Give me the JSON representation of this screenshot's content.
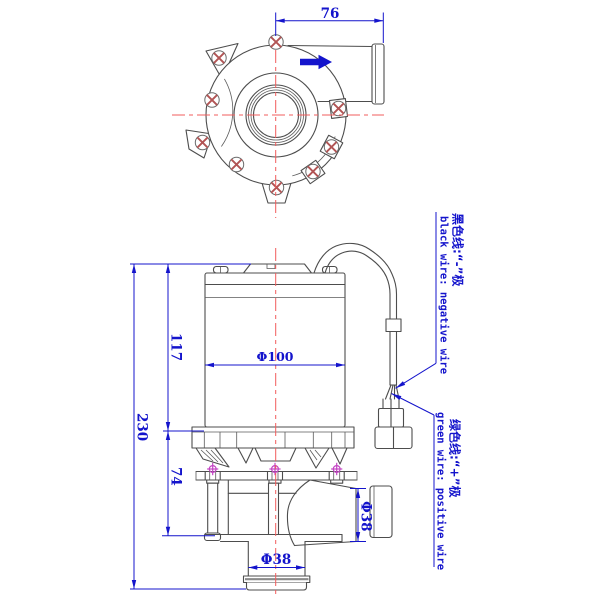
{
  "drawing": {
    "subject": "water pump two-view engineering drawing",
    "colors": {
      "dimension_blue": "#1414cc",
      "centerline_red": "#f25c5c",
      "part_line_gray": "#4d4d4d",
      "screw_cross_red": "#b25454",
      "bolt_mark_magenta": "#c445c4",
      "background": "#ffffff"
    },
    "views": {
      "top": {
        "outlet_width_dim": "76",
        "flow_arrow_direction": "right"
      },
      "front": {
        "overall_height_dim": "230",
        "motor_height_dim": "117",
        "pump_height_dim": "74",
        "motor_diameter_dim": "Φ100",
        "side_outlet_diameter_dim": "Φ38",
        "bottom_outlet_diameter_dim": "Φ38"
      }
    },
    "annotations": {
      "black_wire": {
        "zh": "黑色线:“-”极",
        "en": "black wire: negative wire"
      },
      "green_wire": {
        "zh": "绿色线:“+”极",
        "en": "green wire: positive wire"
      }
    }
  }
}
